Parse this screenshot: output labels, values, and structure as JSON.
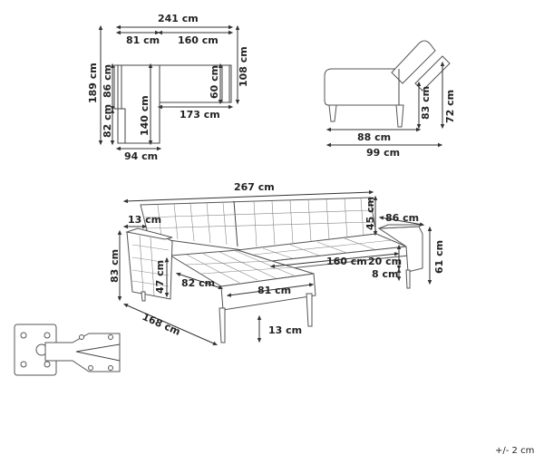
{
  "plan": {
    "width_total": "241 cm",
    "width_left": "81 cm",
    "width_right": "160 cm",
    "depth_total": "189 cm",
    "left_upper": "86 cm",
    "left_lower": "82 cm",
    "right_depth": "108 cm",
    "inner_depth": "60 cm",
    "chaise_inner": "140 cm",
    "chaise_length": "173 cm",
    "bottom_width": "94 cm"
  },
  "side": {
    "depth": "88 cm",
    "depth_reclined": "99 cm",
    "height_back": "83 cm",
    "height_seat": "72 cm"
  },
  "perspective": {
    "total_length": "267 cm",
    "arm_width": "13 cm",
    "back_height": "45 cm",
    "right_depth": "86 cm",
    "height_total": "83 cm",
    "seat_depth": "47 cm",
    "chaise_depth_inner": "82 cm",
    "seat_length": "160 cm",
    "seat_height": "20 cm",
    "leg_offset": "8 cm",
    "right_height": "61 cm",
    "chaise_width": "81 cm",
    "chaise_length": "168 cm",
    "leg_height": "13 cm"
  },
  "tolerance": "+/- 2 cm"
}
